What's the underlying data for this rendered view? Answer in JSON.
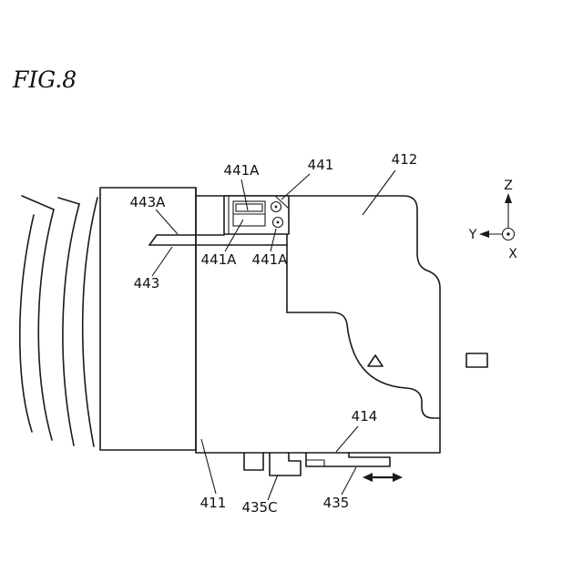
{
  "figure": {
    "title": "FIG.8"
  },
  "labels": {
    "l441a_top": "441A",
    "l441": "441",
    "l412": "412",
    "l443a": "443A",
    "l443": "443",
    "l441a_left": "441A",
    "l441a_right": "441A",
    "l414": "414",
    "l411": "411",
    "l435c": "435C",
    "l435": "435"
  },
  "axes": {
    "x": "X",
    "y": "Y",
    "z": "Z"
  },
  "colors": {
    "line": "#1a1a1a",
    "background": "#ffffff"
  }
}
